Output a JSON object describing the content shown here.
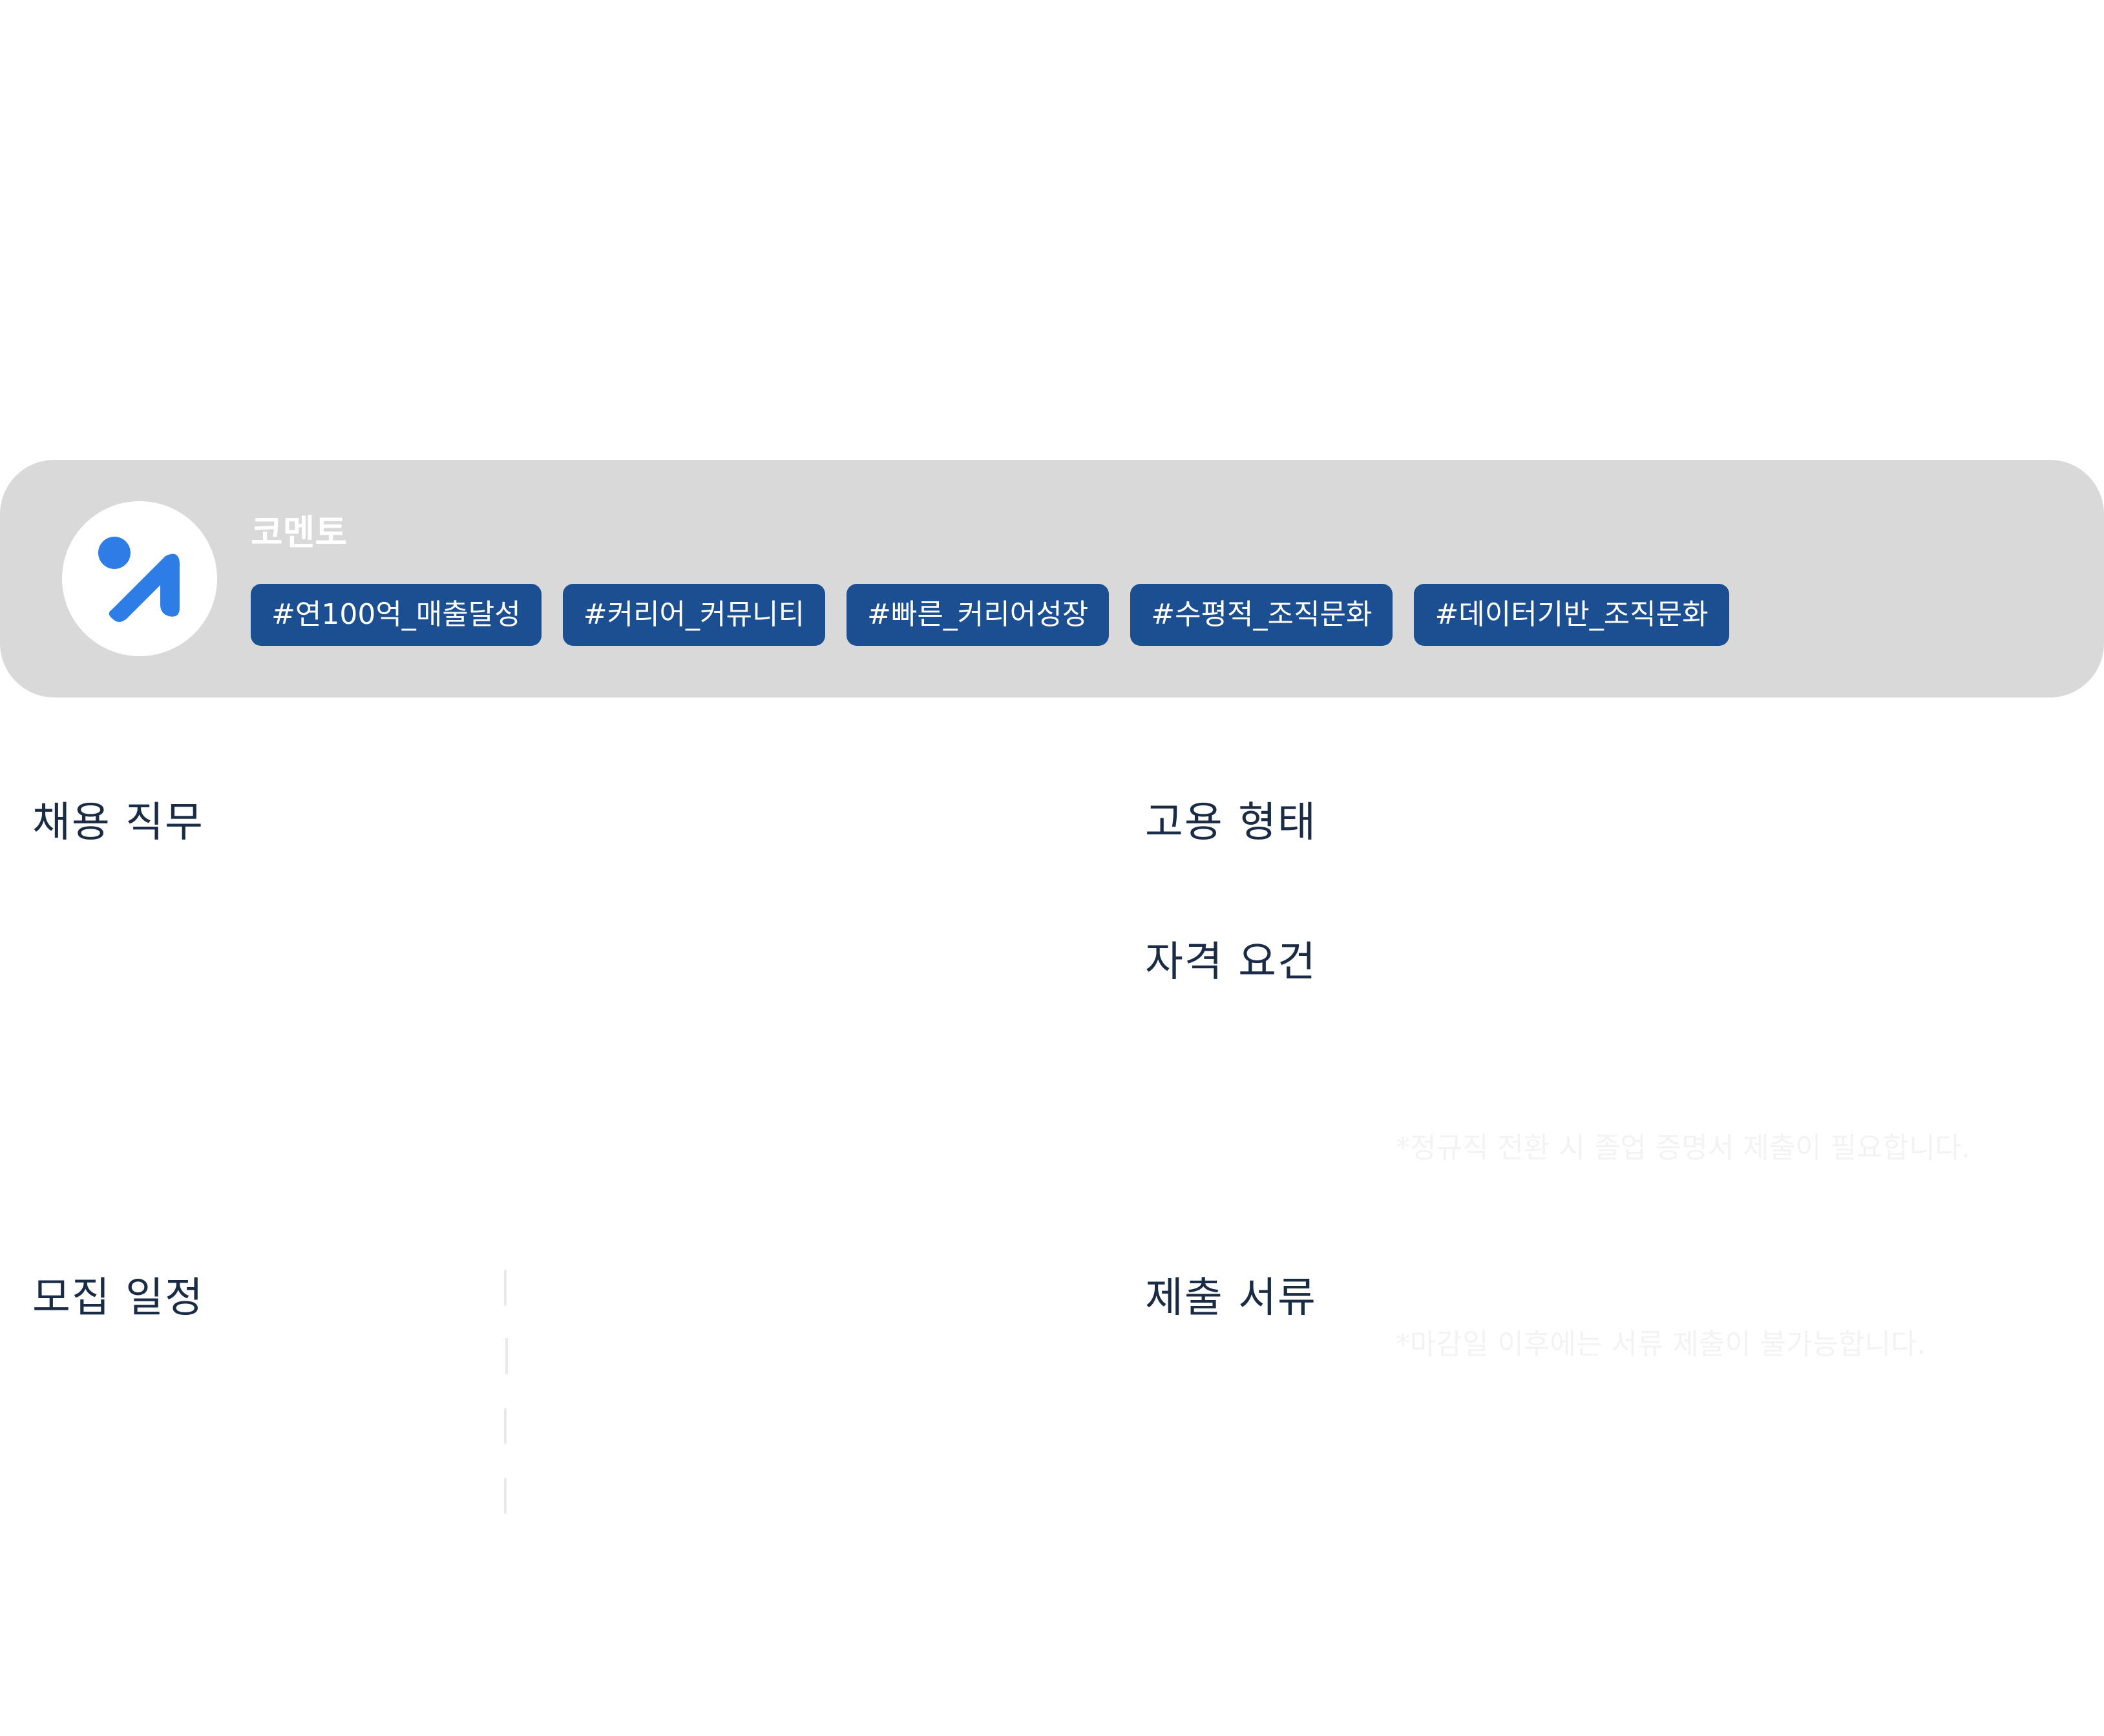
{
  "company": {
    "name": "코멘토",
    "logo_icon": "comento-logo-icon",
    "tags": [
      "#연100억_매출달성",
      "#커리어_커뮤니티",
      "#빠른_커리어성장",
      "#수평적_조직문화",
      "#데이터기반_조직문화"
    ]
  },
  "sections": {
    "job_role": "채용 직무",
    "employment_type": "고용 형태",
    "qualifications": "자격 요건",
    "schedule": "모집 일정",
    "documents": "제출 서류"
  },
  "notes": {
    "qualification_note": "*정규직 전환 시 졸업 증명서 제출이 필요합니다.",
    "documents_note": "*마감일 이후에는 서류 제출이 불가능합니다."
  },
  "colors": {
    "banner_bg": "#d9d9d9",
    "tag_bg": "#1c4e92",
    "logo_blue": "#2e7de6",
    "heading_text": "#1a2b45"
  }
}
